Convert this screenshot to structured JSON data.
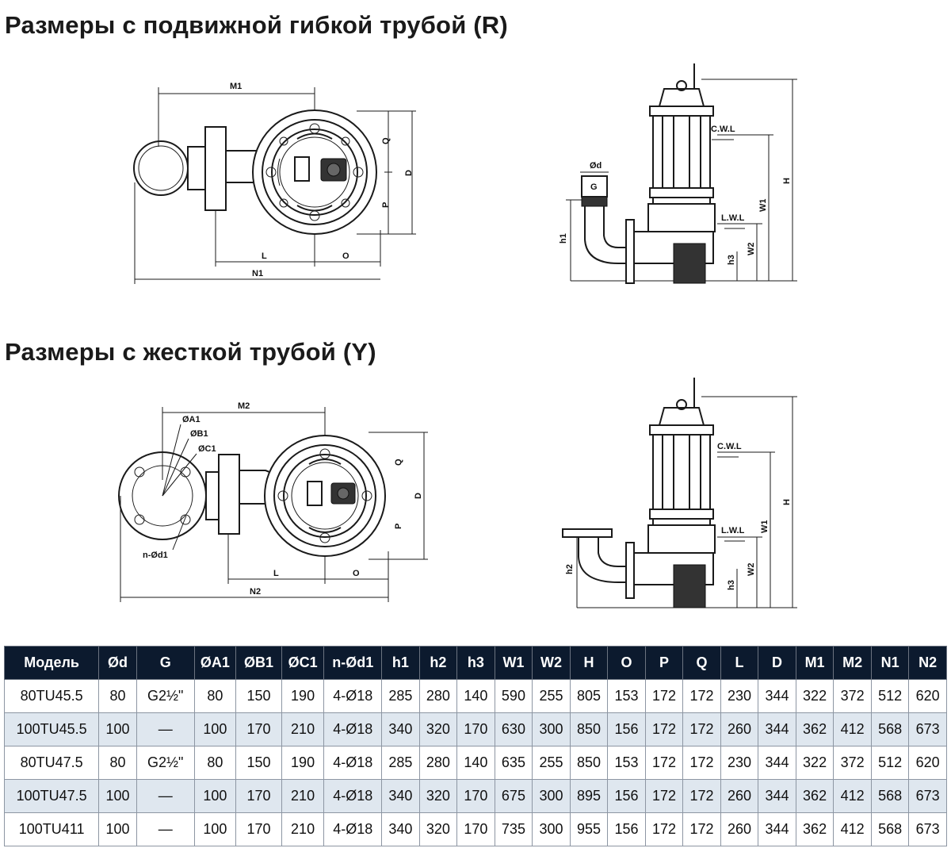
{
  "headings": {
    "flexible": "Размеры с подвижной гибкой трубой (R)",
    "rigid": "Размеры с жесткой трубой (Y)"
  },
  "diagram_labels": {
    "M1": "M1",
    "M2": "M2",
    "N1": "N1",
    "N2": "N2",
    "L": "L",
    "O": "O",
    "P": "P",
    "Q": "Q",
    "D": "D",
    "H": "H",
    "W1": "W1",
    "W2": "W2",
    "h1": "h1",
    "h2": "h2",
    "h3": "h3",
    "d": "Ød",
    "G": "G",
    "A1": "ØA1",
    "B1": "ØB1",
    "C1": "ØC1",
    "nd1": "n-Ød1",
    "cwl": "C.W.L",
    "lwl": "L.W.L"
  },
  "table": {
    "headers": [
      "Модель",
      "Ød",
      "G",
      "ØA1",
      "ØB1",
      "ØC1",
      "n-Ød1",
      "h1",
      "h2",
      "h3",
      "W1",
      "W2",
      "H",
      "O",
      "P",
      "Q",
      "L",
      "D",
      "M1",
      "M2",
      "N1",
      "N2"
    ],
    "rows": [
      [
        "80TU45.5",
        "80",
        "G2½\"",
        "80",
        "150",
        "190",
        "4-Ø18",
        "285",
        "280",
        "140",
        "590",
        "255",
        "805",
        "153",
        "172",
        "172",
        "230",
        "344",
        "322",
        "372",
        "512",
        "620"
      ],
      [
        "100TU45.5",
        "100",
        "—",
        "100",
        "170",
        "210",
        "4-Ø18",
        "340",
        "320",
        "170",
        "630",
        "300",
        "850",
        "156",
        "172",
        "172",
        "260",
        "344",
        "362",
        "412",
        "568",
        "673"
      ],
      [
        "80TU47.5",
        "80",
        "G2½\"",
        "80",
        "150",
        "190",
        "4-Ø18",
        "285",
        "280",
        "140",
        "635",
        "255",
        "850",
        "153",
        "172",
        "172",
        "230",
        "344",
        "322",
        "372",
        "512",
        "620"
      ],
      [
        "100TU47.5",
        "100",
        "—",
        "100",
        "170",
        "210",
        "4-Ø18",
        "340",
        "320",
        "170",
        "675",
        "300",
        "895",
        "156",
        "172",
        "172",
        "260",
        "344",
        "362",
        "412",
        "568",
        "673"
      ],
      [
        "100TU411",
        "100",
        "—",
        "100",
        "170",
        "210",
        "4-Ø18",
        "340",
        "320",
        "170",
        "735",
        "300",
        "955",
        "156",
        "172",
        "172",
        "260",
        "344",
        "362",
        "412",
        "568",
        "673"
      ]
    ]
  }
}
